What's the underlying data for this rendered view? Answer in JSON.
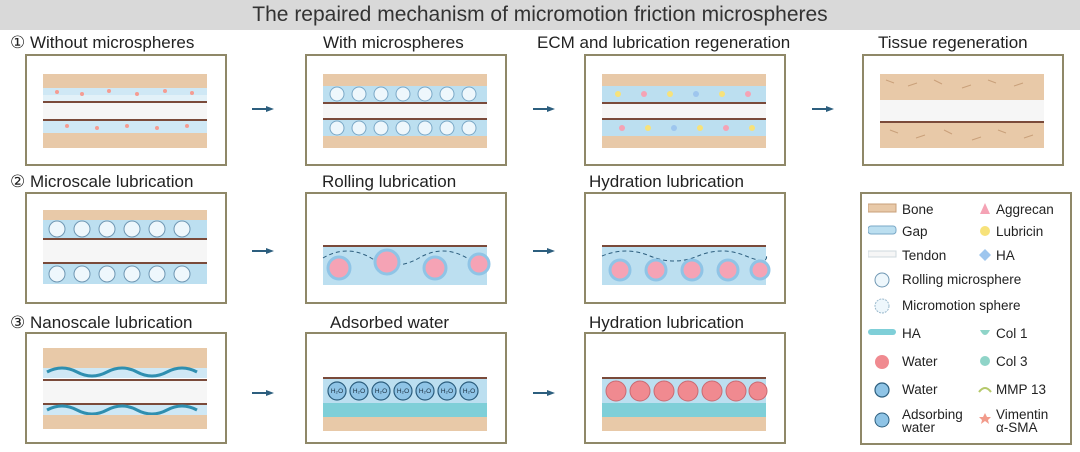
{
  "title": "The repaired mechanism of micromotion friction microspheres",
  "rows": [
    {
      "labels": [
        "① Without microspheres",
        "With microspheres",
        "ECM and lubrication regeneration",
        "Tissue regeneration"
      ]
    },
    {
      "labels": [
        "② Microscale lubrication",
        "Rolling lubrication",
        "Hydration lubrication"
      ]
    },
    {
      "labels": [
        "③ Nanoscale lubrication",
        "Adsorbed water",
        "Hydration lubrication"
      ]
    }
  ],
  "water_glyph": "H₂O",
  "legend": {
    "left": [
      "Bone",
      "Gap",
      "Tendon",
      "Rolling microsphere",
      "Micromotion sphere",
      "HA",
      "Water",
      "Water",
      "Adsorbing",
      "water"
    ],
    "right": [
      "Aggrecan",
      "Lubricin",
      "HA",
      "Col 1",
      "Col 3",
      "MMP 13",
      "Vimentin",
      "α-SMA"
    ]
  },
  "colors": {
    "bone": "#e8c9a8",
    "gap": "#bcdff0",
    "border": "#8f8868",
    "arrow": "#2c5e7e",
    "water_pink": "#f08a90",
    "sphere_blue": "#8fc4e6"
  },
  "icons": [
    "rolling-microsphere-icon",
    "micromotion-sphere-icon",
    "ha-strand-icon",
    "water-droplet-icon",
    "aggrecan-icon",
    "lubricin-icon",
    "col1-icon",
    "col3-icon",
    "mmp13-icon",
    "vimentin-icon"
  ]
}
